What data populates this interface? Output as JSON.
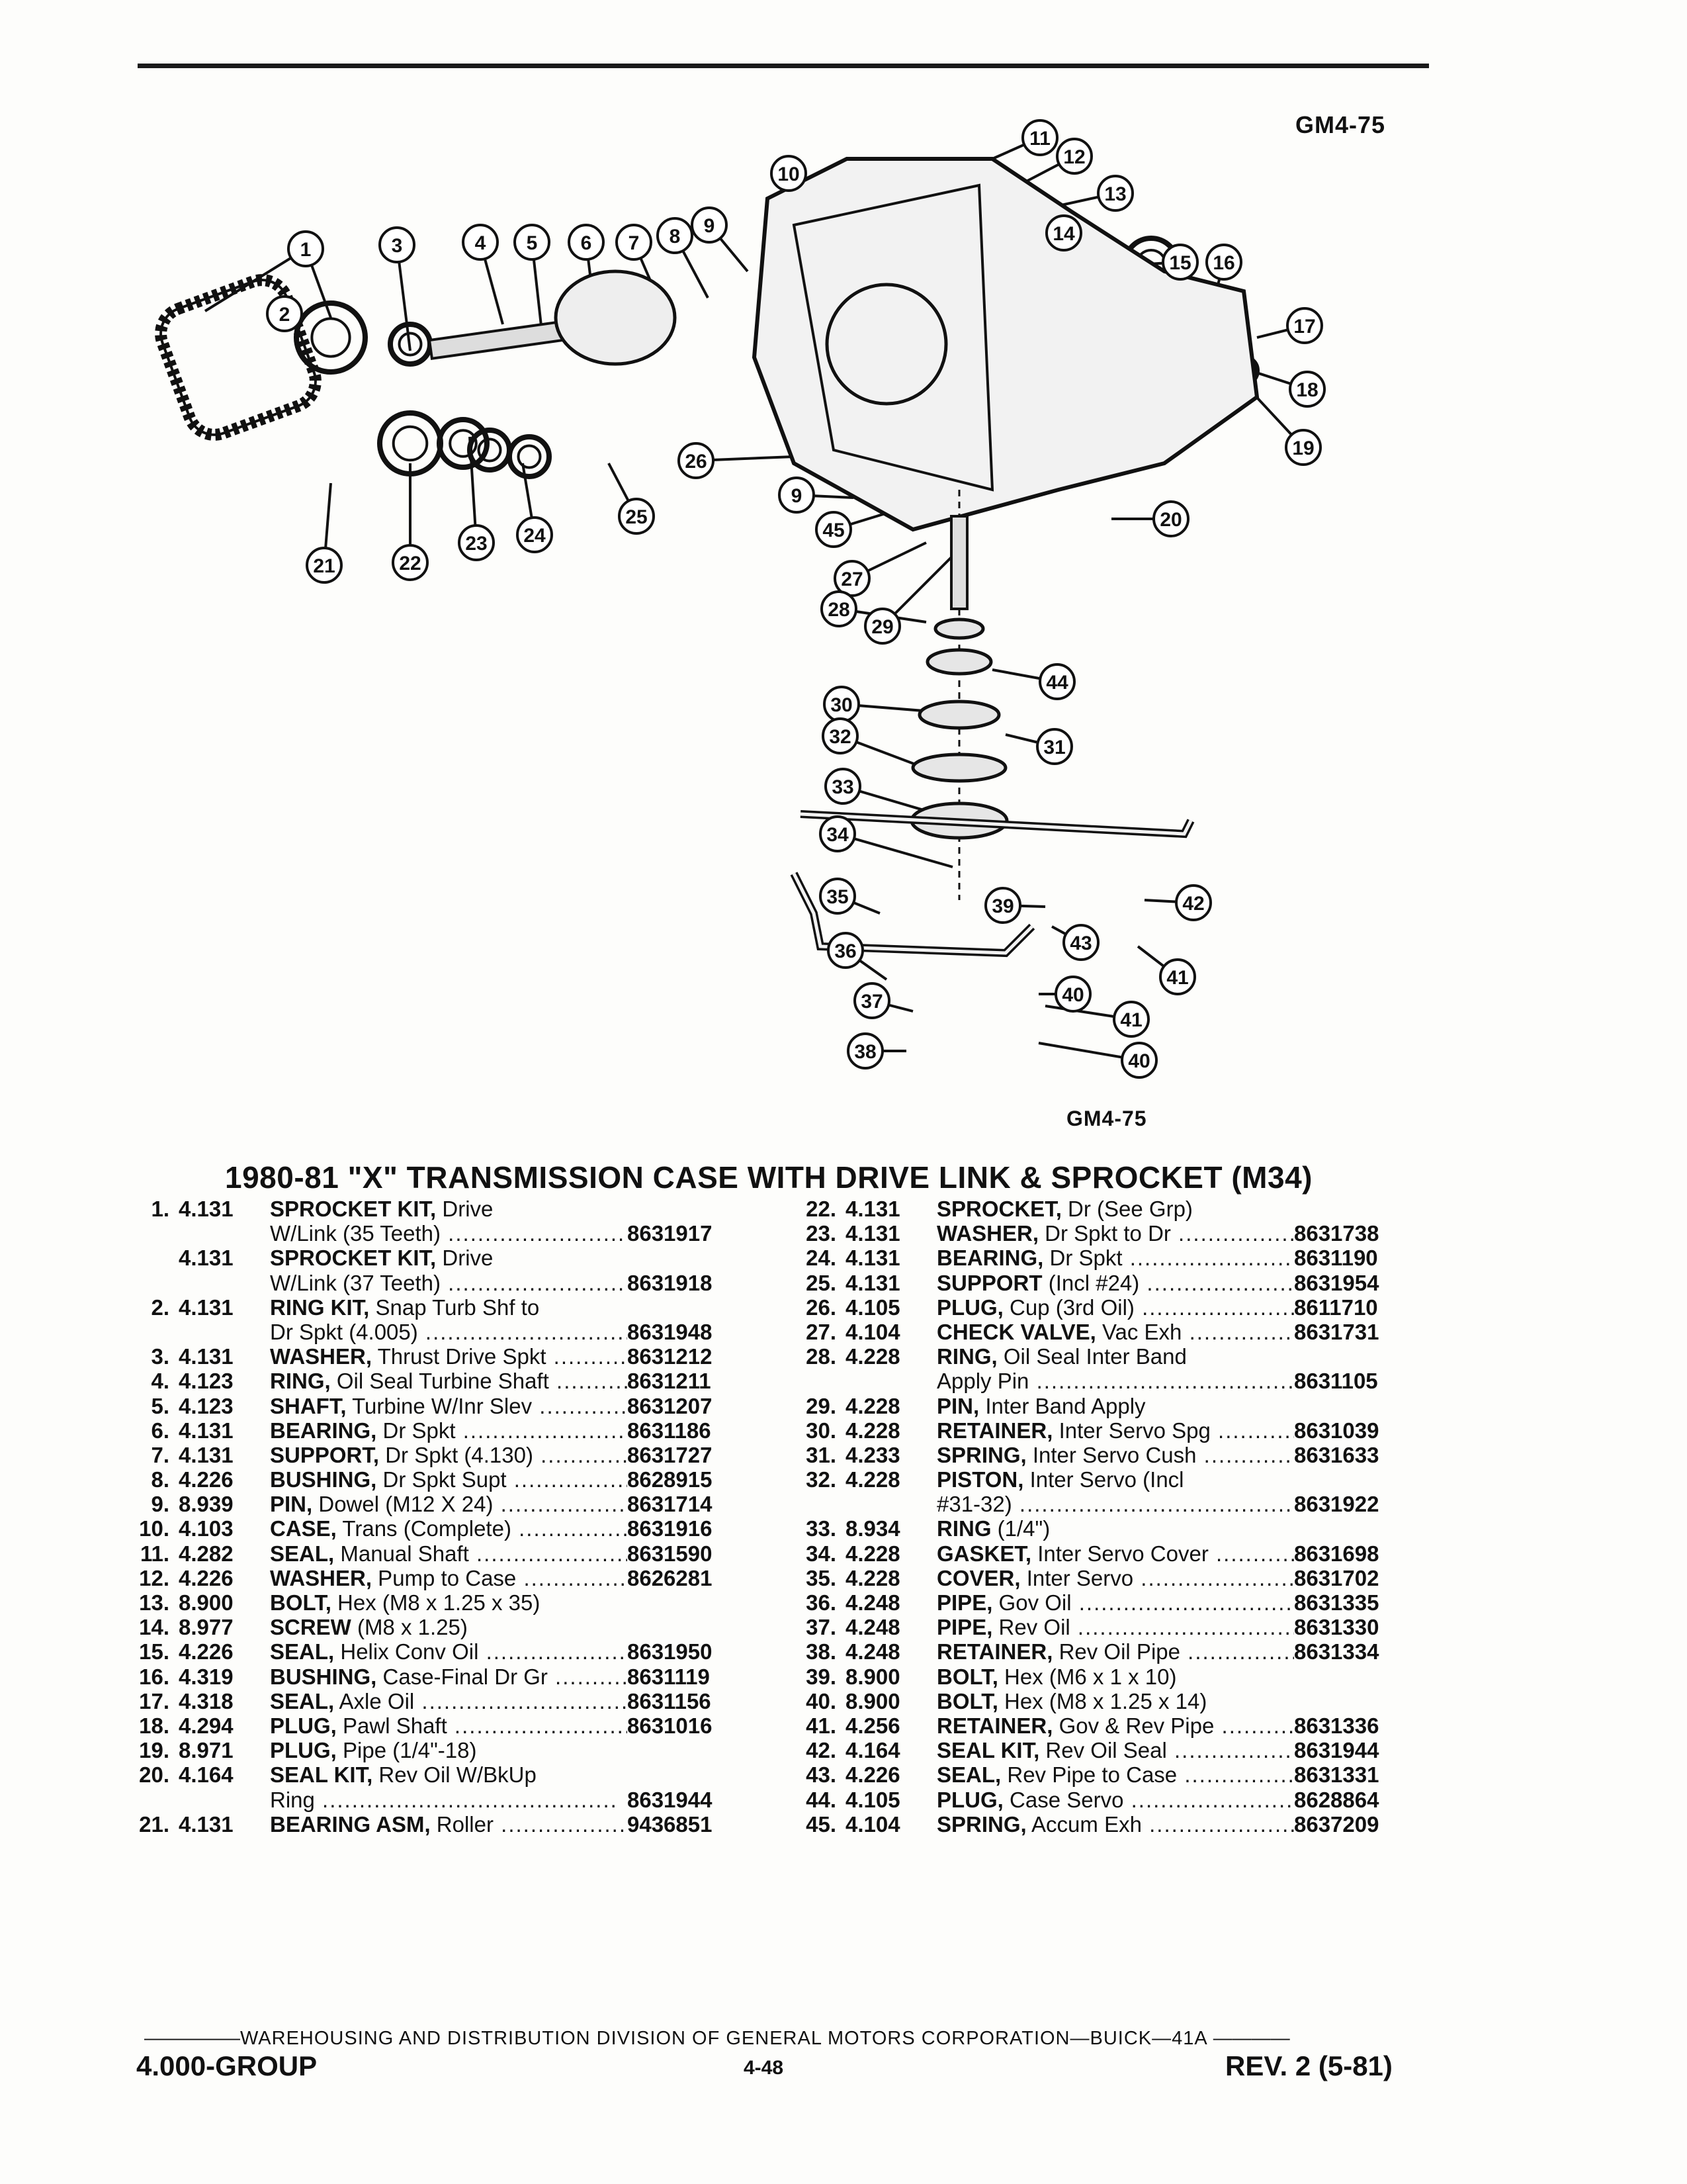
{
  "figure": {
    "code_top": "GM4-75",
    "code_bottom": "GM4-75"
  },
  "diagram": {
    "callouts": [
      "1",
      "2",
      "3",
      "4",
      "5",
      "6",
      "7",
      "8",
      "9",
      "10",
      "11",
      "12",
      "13",
      "14",
      "15",
      "16",
      "17",
      "18",
      "19",
      "20",
      "21",
      "22",
      "23",
      "24",
      "25",
      "26",
      "9",
      "45",
      "27",
      "29",
      "28",
      "44",
      "30",
      "31",
      "32",
      "33",
      "34",
      "35",
      "36",
      "37",
      "38",
      "39",
      "43",
      "42",
      "41",
      "40",
      "41",
      "40"
    ]
  },
  "title": "1980-81 \"X\" TRANSMISSION CASE WITH DRIVE LINK & SPROCKET (M34)",
  "parts_left": [
    {
      "num": "1.",
      "grp": "4.131",
      "name": "SPROCKET KIT,",
      "desc": " Drive",
      "pn": ""
    },
    {
      "num": "",
      "grp": "",
      "name": "",
      "desc": "W/Link (35 Teeth)",
      "pn": "8631917"
    },
    {
      "num": "",
      "grp": "4.131",
      "name": "SPROCKET KIT,",
      "desc": " Drive",
      "pn": ""
    },
    {
      "num": "",
      "grp": "",
      "name": "",
      "desc": "W/Link (37 Teeth)",
      "pn": "8631918"
    },
    {
      "num": "2.",
      "grp": "4.131",
      "name": "RING KIT,",
      "desc": " Snap Turb Shf to",
      "pn": ""
    },
    {
      "num": "",
      "grp": "",
      "name": "",
      "desc": "Dr Spkt (4.005)",
      "pn": "8631948"
    },
    {
      "num": "3.",
      "grp": "4.131",
      "name": "WASHER,",
      "desc": " Thrust Drive Spkt",
      "pn": "8631212"
    },
    {
      "num": "4.",
      "grp": "4.123",
      "name": "RING,",
      "desc": " Oil Seal Turbine Shaft",
      "pn": "8631211"
    },
    {
      "num": "5.",
      "grp": "4.123",
      "name": "SHAFT,",
      "desc": " Turbine W/Inr Slev",
      "pn": "8631207"
    },
    {
      "num": "6.",
      "grp": "4.131",
      "name": "BEARING,",
      "desc": " Dr Spkt",
      "pn": "8631186"
    },
    {
      "num": "7.",
      "grp": "4.131",
      "name": "SUPPORT,",
      "desc": " Dr Spkt (4.130)",
      "pn": "8631727"
    },
    {
      "num": "8.",
      "grp": "4.226",
      "name": "BUSHING,",
      "desc": " Dr Spkt Supt",
      "pn": "8628915"
    },
    {
      "num": "9.",
      "grp": "8.939",
      "name": "PIN,",
      "desc": " Dowel (M12 X 24)",
      "pn": "8631714"
    },
    {
      "num": "10.",
      "grp": "4.103",
      "name": "CASE,",
      "desc": " Trans (Complete)",
      "pn": "8631916"
    },
    {
      "num": "11.",
      "grp": "4.282",
      "name": "SEAL,",
      "desc": " Manual Shaft",
      "pn": "8631590"
    },
    {
      "num": "12.",
      "grp": "4.226",
      "name": "WASHER,",
      "desc": " Pump to Case",
      "pn": "8626281"
    },
    {
      "num": "13.",
      "grp": "8.900",
      "name": "BOLT,",
      "desc": " Hex (M8 x 1.25 x 35)",
      "pn": ""
    },
    {
      "num": "14.",
      "grp": "8.977",
      "name": "SCREW",
      "desc": " (M8 x 1.25)",
      "pn": ""
    },
    {
      "num": "15.",
      "grp": "4.226",
      "name": "SEAL,",
      "desc": " Helix Conv Oil",
      "pn": "8631950"
    },
    {
      "num": "16.",
      "grp": "4.319",
      "name": "BUSHING,",
      "desc": " Case-Final Dr Gr",
      "pn": "8631119"
    },
    {
      "num": "17.",
      "grp": "4.318",
      "name": "SEAL,",
      "desc": " Axle Oil",
      "pn": "8631156"
    },
    {
      "num": "18.",
      "grp": "4.294",
      "name": "PLUG,",
      "desc": " Pawl Shaft",
      "pn": "8631016"
    },
    {
      "num": "19.",
      "grp": "8.971",
      "name": "PLUG,",
      "desc": " Pipe (1/4\"-18)",
      "pn": ""
    },
    {
      "num": "20.",
      "grp": "4.164",
      "name": "SEAL KIT,",
      "desc": " Rev Oil W/BkUp",
      "pn": ""
    },
    {
      "num": "",
      "grp": "",
      "name": "",
      "desc": "Ring",
      "pn": "8631944"
    },
    {
      "num": "21.",
      "grp": "4.131",
      "name": "BEARING ASM,",
      "desc": " Roller",
      "pn": "9436851"
    }
  ],
  "parts_right": [
    {
      "num": "22.",
      "grp": "4.131",
      "name": "SPROCKET,",
      "desc": " Dr (See Grp)",
      "pn": ""
    },
    {
      "num": "23.",
      "grp": "4.131",
      "name": "WASHER,",
      "desc": " Dr Spkt to Dr",
      "pn": "8631738"
    },
    {
      "num": "24.",
      "grp": "4.131",
      "name": "BEARING,",
      "desc": " Dr Spkt",
      "pn": "8631190"
    },
    {
      "num": "25.",
      "grp": "4.131",
      "name": "SUPPORT",
      "desc": " (Incl #24)",
      "pn": "8631954"
    },
    {
      "num": "26.",
      "grp": "4.105",
      "name": "PLUG,",
      "desc": " Cup (3rd Oil)",
      "pn": "8611710"
    },
    {
      "num": "27.",
      "grp": "4.104",
      "name": "CHECK VALVE,",
      "desc": " Vac Exh",
      "pn": "8631731"
    },
    {
      "num": "28.",
      "grp": "4.228",
      "name": "RING,",
      "desc": " Oil Seal Inter Band",
      "pn": ""
    },
    {
      "num": "",
      "grp": "",
      "name": "",
      "desc": "Apply Pin",
      "pn": "8631105"
    },
    {
      "num": "29.",
      "grp": "4.228",
      "name": "PIN,",
      "desc": " Inter Band Apply",
      "pn": ""
    },
    {
      "num": "30.",
      "grp": "4.228",
      "name": "RETAINER,",
      "desc": " Inter Servo Spg",
      "pn": "8631039"
    },
    {
      "num": "31.",
      "grp": "4.233",
      "name": "SPRING,",
      "desc": " Inter Servo Cush",
      "pn": "8631633"
    },
    {
      "num": "32.",
      "grp": "4.228",
      "name": "PISTON,",
      "desc": " Inter Servo (Incl",
      "pn": ""
    },
    {
      "num": "",
      "grp": "",
      "name": "",
      "desc": "#31-32)",
      "pn": "8631922"
    },
    {
      "num": "33.",
      "grp": "8.934",
      "name": "RING",
      "desc": " (1/4\")",
      "pn": ""
    },
    {
      "num": "34.",
      "grp": "4.228",
      "name": "GASKET,",
      "desc": " Inter Servo Cover",
      "pn": "8631698"
    },
    {
      "num": "35.",
      "grp": "4.228",
      "name": "COVER,",
      "desc": " Inter Servo",
      "pn": "8631702"
    },
    {
      "num": "36.",
      "grp": "4.248",
      "name": "PIPE,",
      "desc": " Gov Oil",
      "pn": "8631335"
    },
    {
      "num": "37.",
      "grp": "4.248",
      "name": "PIPE,",
      "desc": " Rev Oil",
      "pn": "8631330"
    },
    {
      "num": "38.",
      "grp": "4.248",
      "name": "RETAINER,",
      "desc": " Rev Oil Pipe",
      "pn": "8631334"
    },
    {
      "num": "39.",
      "grp": "8.900",
      "name": "BOLT,",
      "desc": " Hex (M6 x 1 x 10)",
      "pn": ""
    },
    {
      "num": "40.",
      "grp": "8.900",
      "name": "BOLT,",
      "desc": " Hex (M8 x 1.25 x 14)",
      "pn": ""
    },
    {
      "num": "41.",
      "grp": "4.256",
      "name": "RETAINER,",
      "desc": " Gov & Rev Pipe",
      "pn": "8631336"
    },
    {
      "num": "42.",
      "grp": "4.164",
      "name": "SEAL KIT,",
      "desc": " Rev Oil Seal",
      "pn": "8631944"
    },
    {
      "num": "43.",
      "grp": "4.226",
      "name": "SEAL,",
      "desc": " Rev Pipe to Case",
      "pn": "8631331"
    },
    {
      "num": "44.",
      "grp": "4.105",
      "name": "PLUG,",
      "desc": " Case Servo",
      "pn": "8628864"
    },
    {
      "num": "45.",
      "grp": "4.104",
      "name": "SPRING,",
      "desc": " Accum Exh",
      "pn": "8637209"
    }
  ],
  "footer": {
    "line": "WAREHOUSING AND DISTRIBUTION DIVISION OF GENERAL MOTORS CORPORATION—BUICK—41A",
    "group": "4.000-GROUP",
    "page": "4-48",
    "rev": "REV. 2 (5-81)"
  }
}
